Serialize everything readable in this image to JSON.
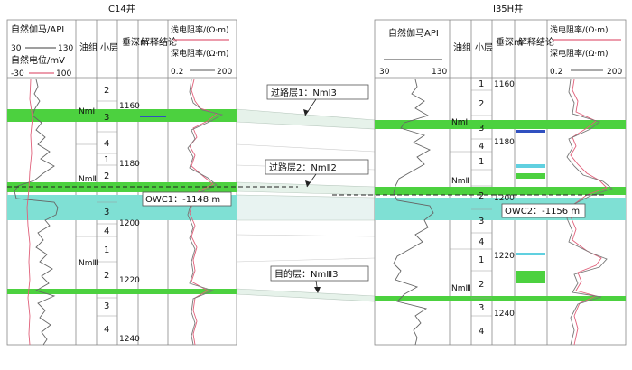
{
  "left_well": {
    "title": "C14井",
    "gamma_header": "自然伽马/API",
    "gamma_min": "30",
    "gamma_max": "130",
    "sp_header": "自然电位/mV",
    "sp_min": "-30",
    "sp_max": "100",
    "oil_group_header": "油组",
    "sublayer_header": "小层",
    "depth_header": "垂深m",
    "interp_header": "解释结论",
    "res_shallow_header": "浅电阻率/(Ω·m)",
    "res_deep_header": "深电阻率/(Ω·m)",
    "res_min": "0.2",
    "res_max": "200",
    "oil_groups": [
      "NmⅠ",
      "NmⅡ",
      "NmⅢ"
    ],
    "sublayers": [
      "2",
      "3",
      "4",
      "1",
      "2",
      "3",
      "4",
      "1",
      "2",
      "3",
      "4"
    ],
    "depths": [
      "1160",
      "1180",
      "1200",
      "1220",
      "1240"
    ],
    "owc": "OWC1：-1148 m"
  },
  "right_well": {
    "title": "I35H井",
    "gamma_header": "自然伽马API",
    "gamma_min": "30",
    "gamma_max": "130",
    "oil_group_header": "油组",
    "sublayer_header": "小层",
    "depth_header": "垂深m",
    "interp_header": "解释结论",
    "res_shallow_header": "浅电阻率/(Ω·m)",
    "res_deep_header": "深电阻率/(Ω·m)",
    "res_min": "0.2",
    "res_max": "200",
    "oil_groups": [
      "NmⅠ",
      "NmⅡ",
      "NmⅢ"
    ],
    "sublayers": [
      "1",
      "2",
      "3",
      "4",
      "1",
      "2",
      "3",
      "4",
      "1",
      "2",
      "3",
      "4"
    ],
    "depths": [
      "1160",
      "1180",
      "1200",
      "1220",
      "1240"
    ],
    "owc": "OWC2：-1156 m"
  },
  "annotations": {
    "pass_layer_1": "过路层1：NmⅠ3",
    "pass_layer_2": "过路层2：NmⅡ2",
    "target_layer": "目的层：NmⅢ3"
  },
  "colors": {
    "oil": "#4cd13f",
    "water": "#7fe0d4",
    "gamma": "#666666",
    "sp": "#e0607a",
    "shallow_res": "#e0607a",
    "deep_res": "#777777",
    "owc": "#222222",
    "interp_blue": "#3050c0",
    "interp_cyan": "#60d0e0"
  }
}
